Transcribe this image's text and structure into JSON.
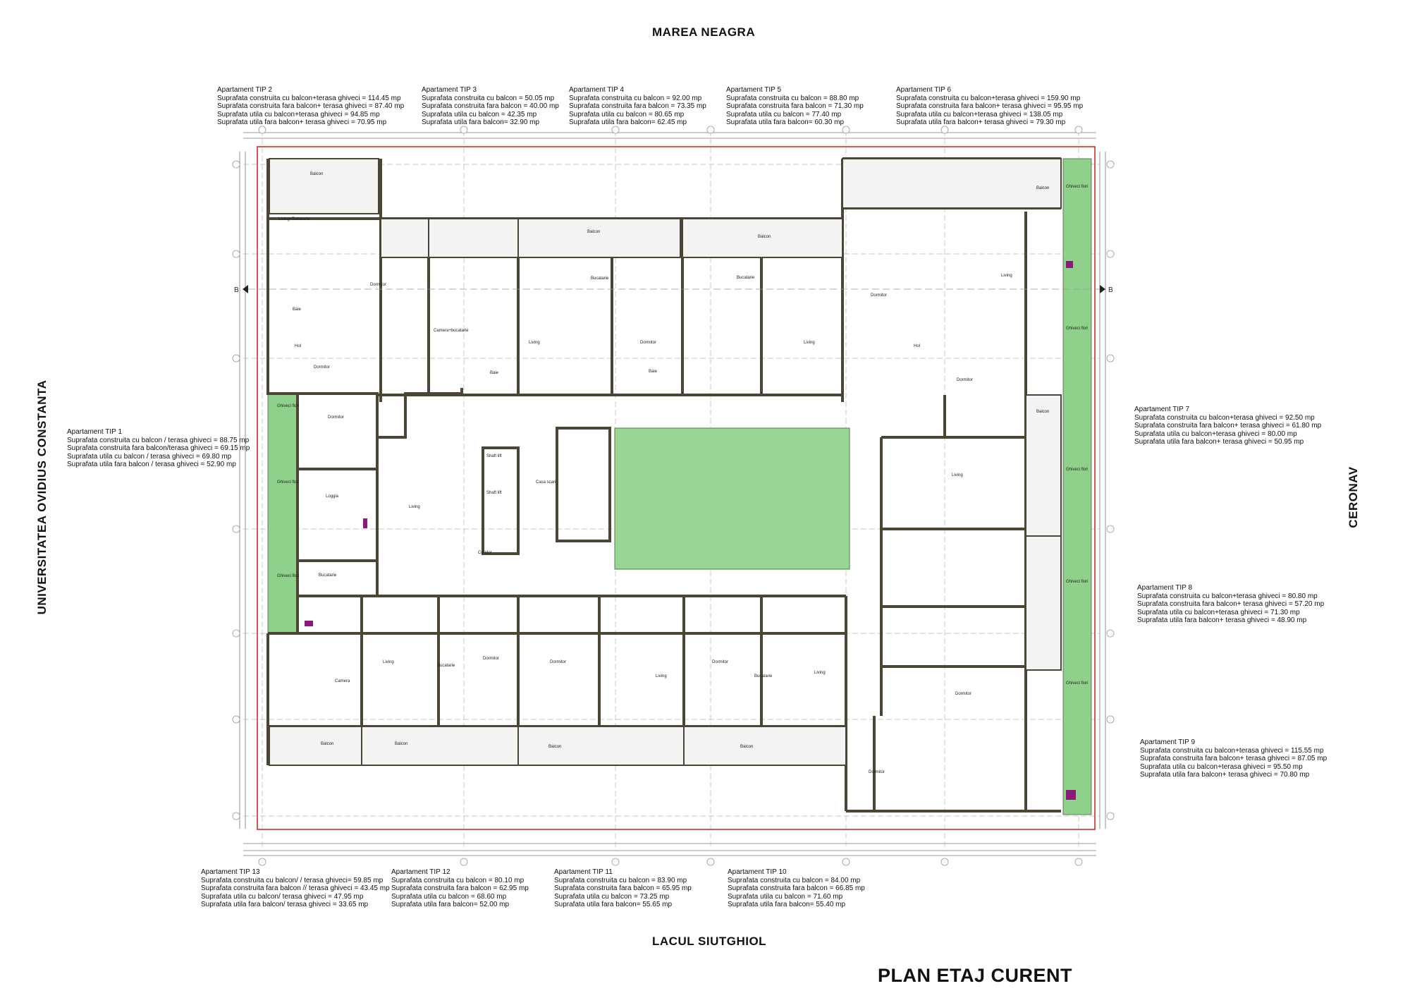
{
  "directions": {
    "north": "MAREA NEAGRA",
    "south": "LACUL SIUTGHIOL",
    "west": "UNIVERSITATEA OVIDIUS CONSTANTA",
    "east": "CERONAV"
  },
  "drawing_title": "PLAN ETAJ CURENT",
  "apartments": [
    {
      "name": "Apartament TIP 2",
      "lines": [
        "Suprafata construita cu balcon+terasa ghiveci  = 114.45 mp",
        "Suprafata construita  fara balcon+ terasa ghiveci = 87.40 mp",
        "Suprafata utila cu balcon+terasa ghiveci = 94.85 mp",
        "Suprafata utila  fara balcon+ terasa ghiveci = 70.95 mp"
      ]
    },
    {
      "name": "Apartament TIP 3",
      "lines": [
        "Suprafata construita cu balcon = 50.05 mp",
        "Suprafata construita  fara balcon = 40.00 mp",
        "Suprafata utila cu balcon = 42.35 mp",
        "Suprafata utila  fara balcon= 32.90 mp"
      ]
    },
    {
      "name": "Apartament TIP 4",
      "lines": [
        "Suprafata construita cu balcon = 92.00 mp",
        "Suprafata construita  fara balcon = 73.35 mp",
        "Suprafata utila cu balcon = 80.65 mp",
        "Suprafata utila  fara balcon= 62.45 mp"
      ]
    },
    {
      "name": "Apartament TIP 5",
      "lines": [
        "Suprafata construita cu balcon = 88.80 mp",
        "Suprafata construita  fara balcon = 71.30 mp",
        "Suprafata utila cu balcon = 77.40 mp",
        "Suprafata utila  fara balcon= 60.30 mp"
      ]
    },
    {
      "name": "Apartament TIP 6",
      "lines": [
        "Suprafata construita cu balcon+terasa ghiveci  = 159.90 mp",
        "Suprafata construita  fara balcon+ terasa ghiveci = 95.95 mp",
        "Suprafata utila cu balcon+terasa ghiveci = 138.05 mp",
        "Suprafata utila  fara balcon+ terasa ghiveci = 79.30 mp"
      ]
    },
    {
      "name": "Apartament TIP 1",
      "lines": [
        "Suprafata construita cu balcon / terasa ghiveci = 88.75 mp",
        "Suprafata construita fara balcon/terasa ghiveci = 69.15 mp",
        "Suprafata utila cu balcon / terasa ghiveci = 69.80 mp",
        "Suprafata utila fara balcon / terasa ghiveci = 52.90 mp"
      ]
    },
    {
      "name": "Apartament TIP 7",
      "lines": [
        "Suprafata construita cu balcon+terasa ghiveci  = 92.50 mp",
        "Suprafata construita  fara balcon+ terasa ghiveci = 61.80 mp",
        "Suprafata utila cu balcon+terasa ghiveci = 80.00 mp",
        "Suprafata utila  fara balcon+ terasa ghiveci = 50.95 mp"
      ]
    },
    {
      "name": "Apartament TIP 8",
      "lines": [
        "Suprafata construita cu balcon+terasa ghiveci  = 80.80 mp",
        "Suprafata construita  fara balcon+ terasa ghiveci = 57.20 mp",
        "Suprafata utila cu balcon+terasa ghiveci = 71.30 mp",
        "Suprafata utila  fara balcon+ terasa ghiveci = 48.90 mp"
      ]
    },
    {
      "name": "Apartament TIP 9",
      "lines": [
        "Suprafata construita cu balcon+terasa ghiveci  = 115.55 mp",
        "Suprafata construita  fara balcon+ terasa ghiveci = 87.05 mp",
        "Suprafata utila cu balcon+terasa ghiveci = 95.50 mp",
        "Suprafata utila  fara balcon+ terasa ghiveci = 70.80 mp"
      ]
    },
    {
      "name": "Apartament TIP 13",
      "lines": [
        "Suprafata construita cu balcon/ / terasa ghiveci= 59.85 mp",
        "Suprafata construita  fara balcon // terasa ghiveci = 43.45 mp",
        "Suprafata utila cu balcon/ terasa ghiveci = 47.95 mp",
        "Suprafata utila  fara balcon/ terasa ghiveci = 33.65 mp"
      ]
    },
    {
      "name": "Apartament TIP 12",
      "lines": [
        "Suprafata construita cu balcon = 80.10 mp",
        "Suprafata construita  fara balcon = 62.95 mp",
        "Suprafata utila cu balcon = 68.60 mp",
        "Suprafata utila  fara balcon= 52.00 mp"
      ]
    },
    {
      "name": "Apartament TIP 11",
      "lines": [
        "Suprafata construita cu balcon = 83.90 mp",
        "Suprafata construita  fara balcon = 65.95 mp",
        "Suprafata utila cu balcon = 73.25 mp",
        "Suprafata utila  fara balcon= 55.65 mp"
      ]
    },
    {
      "name": "Apartament TIP 10",
      "lines": [
        "Suprafata construita cu balcon = 84.00 mp",
        "Suprafata construita  fara balcon = 66.85 mp",
        "Suprafata utila cu balcon = 71.60 mp",
        "Suprafata utila  fara balcon= 55.40 mp"
      ]
    }
  ],
  "plan_labels": {
    "section_left": "B",
    "section_right": "B",
    "stair_label": "Casa scari",
    "corridor_label": "Coridor",
    "lift_label": "Shaft lift",
    "garden_label": "Ghiveci flori",
    "balcony_label": "Balcon",
    "living_label": "Living",
    "bedroom_label": "Dormitor",
    "bath_label": "Baie",
    "kitchen_label": "Bucatarie",
    "hall_label": "Hol",
    "loggia_label": "Loggia",
    "room_label": "Camera",
    "living_kitchen_label": "Living+Bucatarie",
    "room_kitchen_label": "Camera+bucatarie"
  },
  "colors": {
    "wall": "#4a4535",
    "garden": "#8fd18a",
    "courtyard": "#99d593",
    "boundary": "#c9302c",
    "grid": "#a8a8a8",
    "fixture": "#8a1a7a"
  }
}
